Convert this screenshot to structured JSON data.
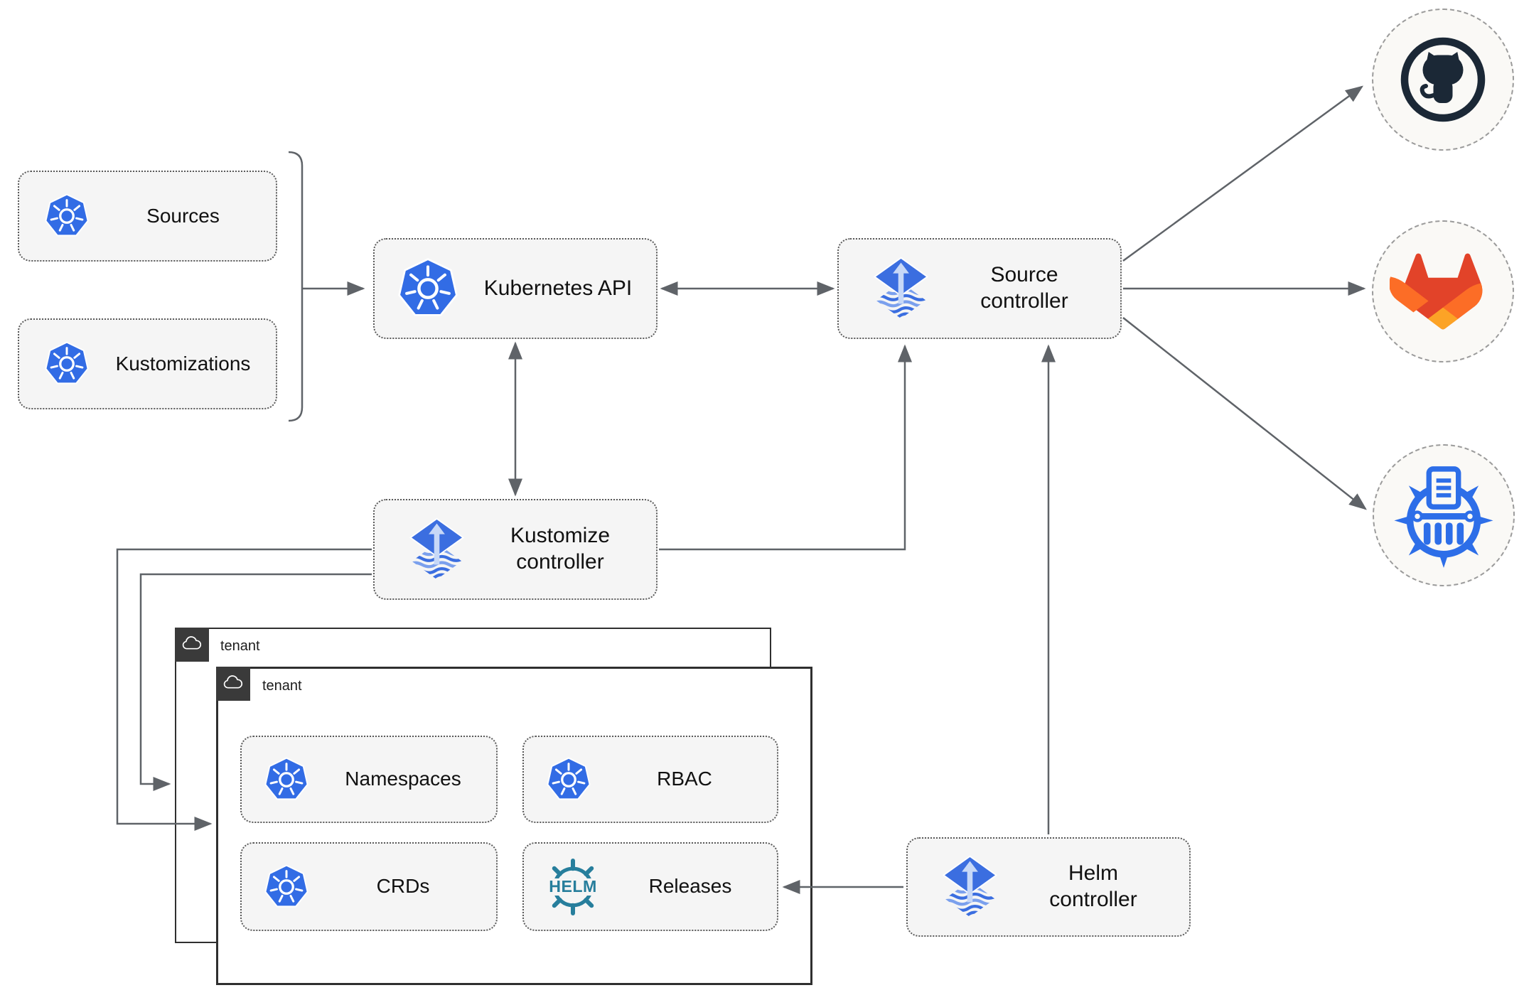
{
  "nodes": {
    "sources": {
      "label": "Sources"
    },
    "kustomizations": {
      "label": "Kustomizations"
    },
    "kubernetes_api": {
      "label": "Kubernetes API"
    },
    "source_controller": {
      "label": "Source controller"
    },
    "kustomize_controller": {
      "label": "Kustomize controller"
    },
    "helm_controller": {
      "label": "Helm controller"
    },
    "tenant_back": {
      "label": "tenant"
    },
    "tenant_front": {
      "label": "tenant"
    },
    "namespaces": {
      "label": "Namespaces"
    },
    "rbac": {
      "label": "RBAC"
    },
    "crds": {
      "label": "CRDs"
    },
    "releases": {
      "label": "Releases",
      "icon_text": "HELM"
    }
  },
  "destinations": {
    "github": {
      "icon": "github-icon"
    },
    "gitlab": {
      "icon": "gitlab-icon"
    },
    "harbor": {
      "icon": "harbor-registry-icon"
    }
  },
  "colors": {
    "kubernetes_blue": "#326ce5",
    "flux_blue": "#3b6ee0",
    "flux_arrow_light": "#c7d8f7",
    "helm_teal": "#277e9c",
    "github_dark": "#1b2836",
    "gitlab_red": "#e24329",
    "gitlab_orange": "#fc6d26",
    "gitlab_amber": "#fca326",
    "harbor_blue": "#2d6ee8",
    "connector_gray": "#5f6368",
    "node_fill": "#f5f5f5",
    "node_border": "#5a5a5a",
    "tenant_header": "#3a3a3a"
  }
}
